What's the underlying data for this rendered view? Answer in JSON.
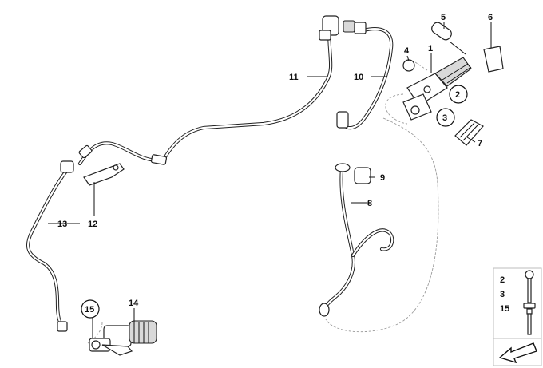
{
  "callouts": {
    "c1": "1",
    "c2": "2",
    "c3": "3",
    "c4": "4",
    "c5": "5",
    "c6": "6",
    "c7": "7",
    "c8": "8",
    "c9": "9",
    "c10": "10",
    "c11": "11",
    "c12": "12",
    "c13": "13",
    "c14": "14",
    "c15": "15"
  },
  "legend": {
    "l2": "2",
    "l3": "3",
    "l15": "15"
  },
  "colors": {
    "line": "#222222",
    "dashed": "#9a9a9a",
    "accent_fill": "#d9d9d9"
  },
  "icons": {
    "bolt": "bolt-icon",
    "arrow": "diagram-arrow-icon"
  }
}
